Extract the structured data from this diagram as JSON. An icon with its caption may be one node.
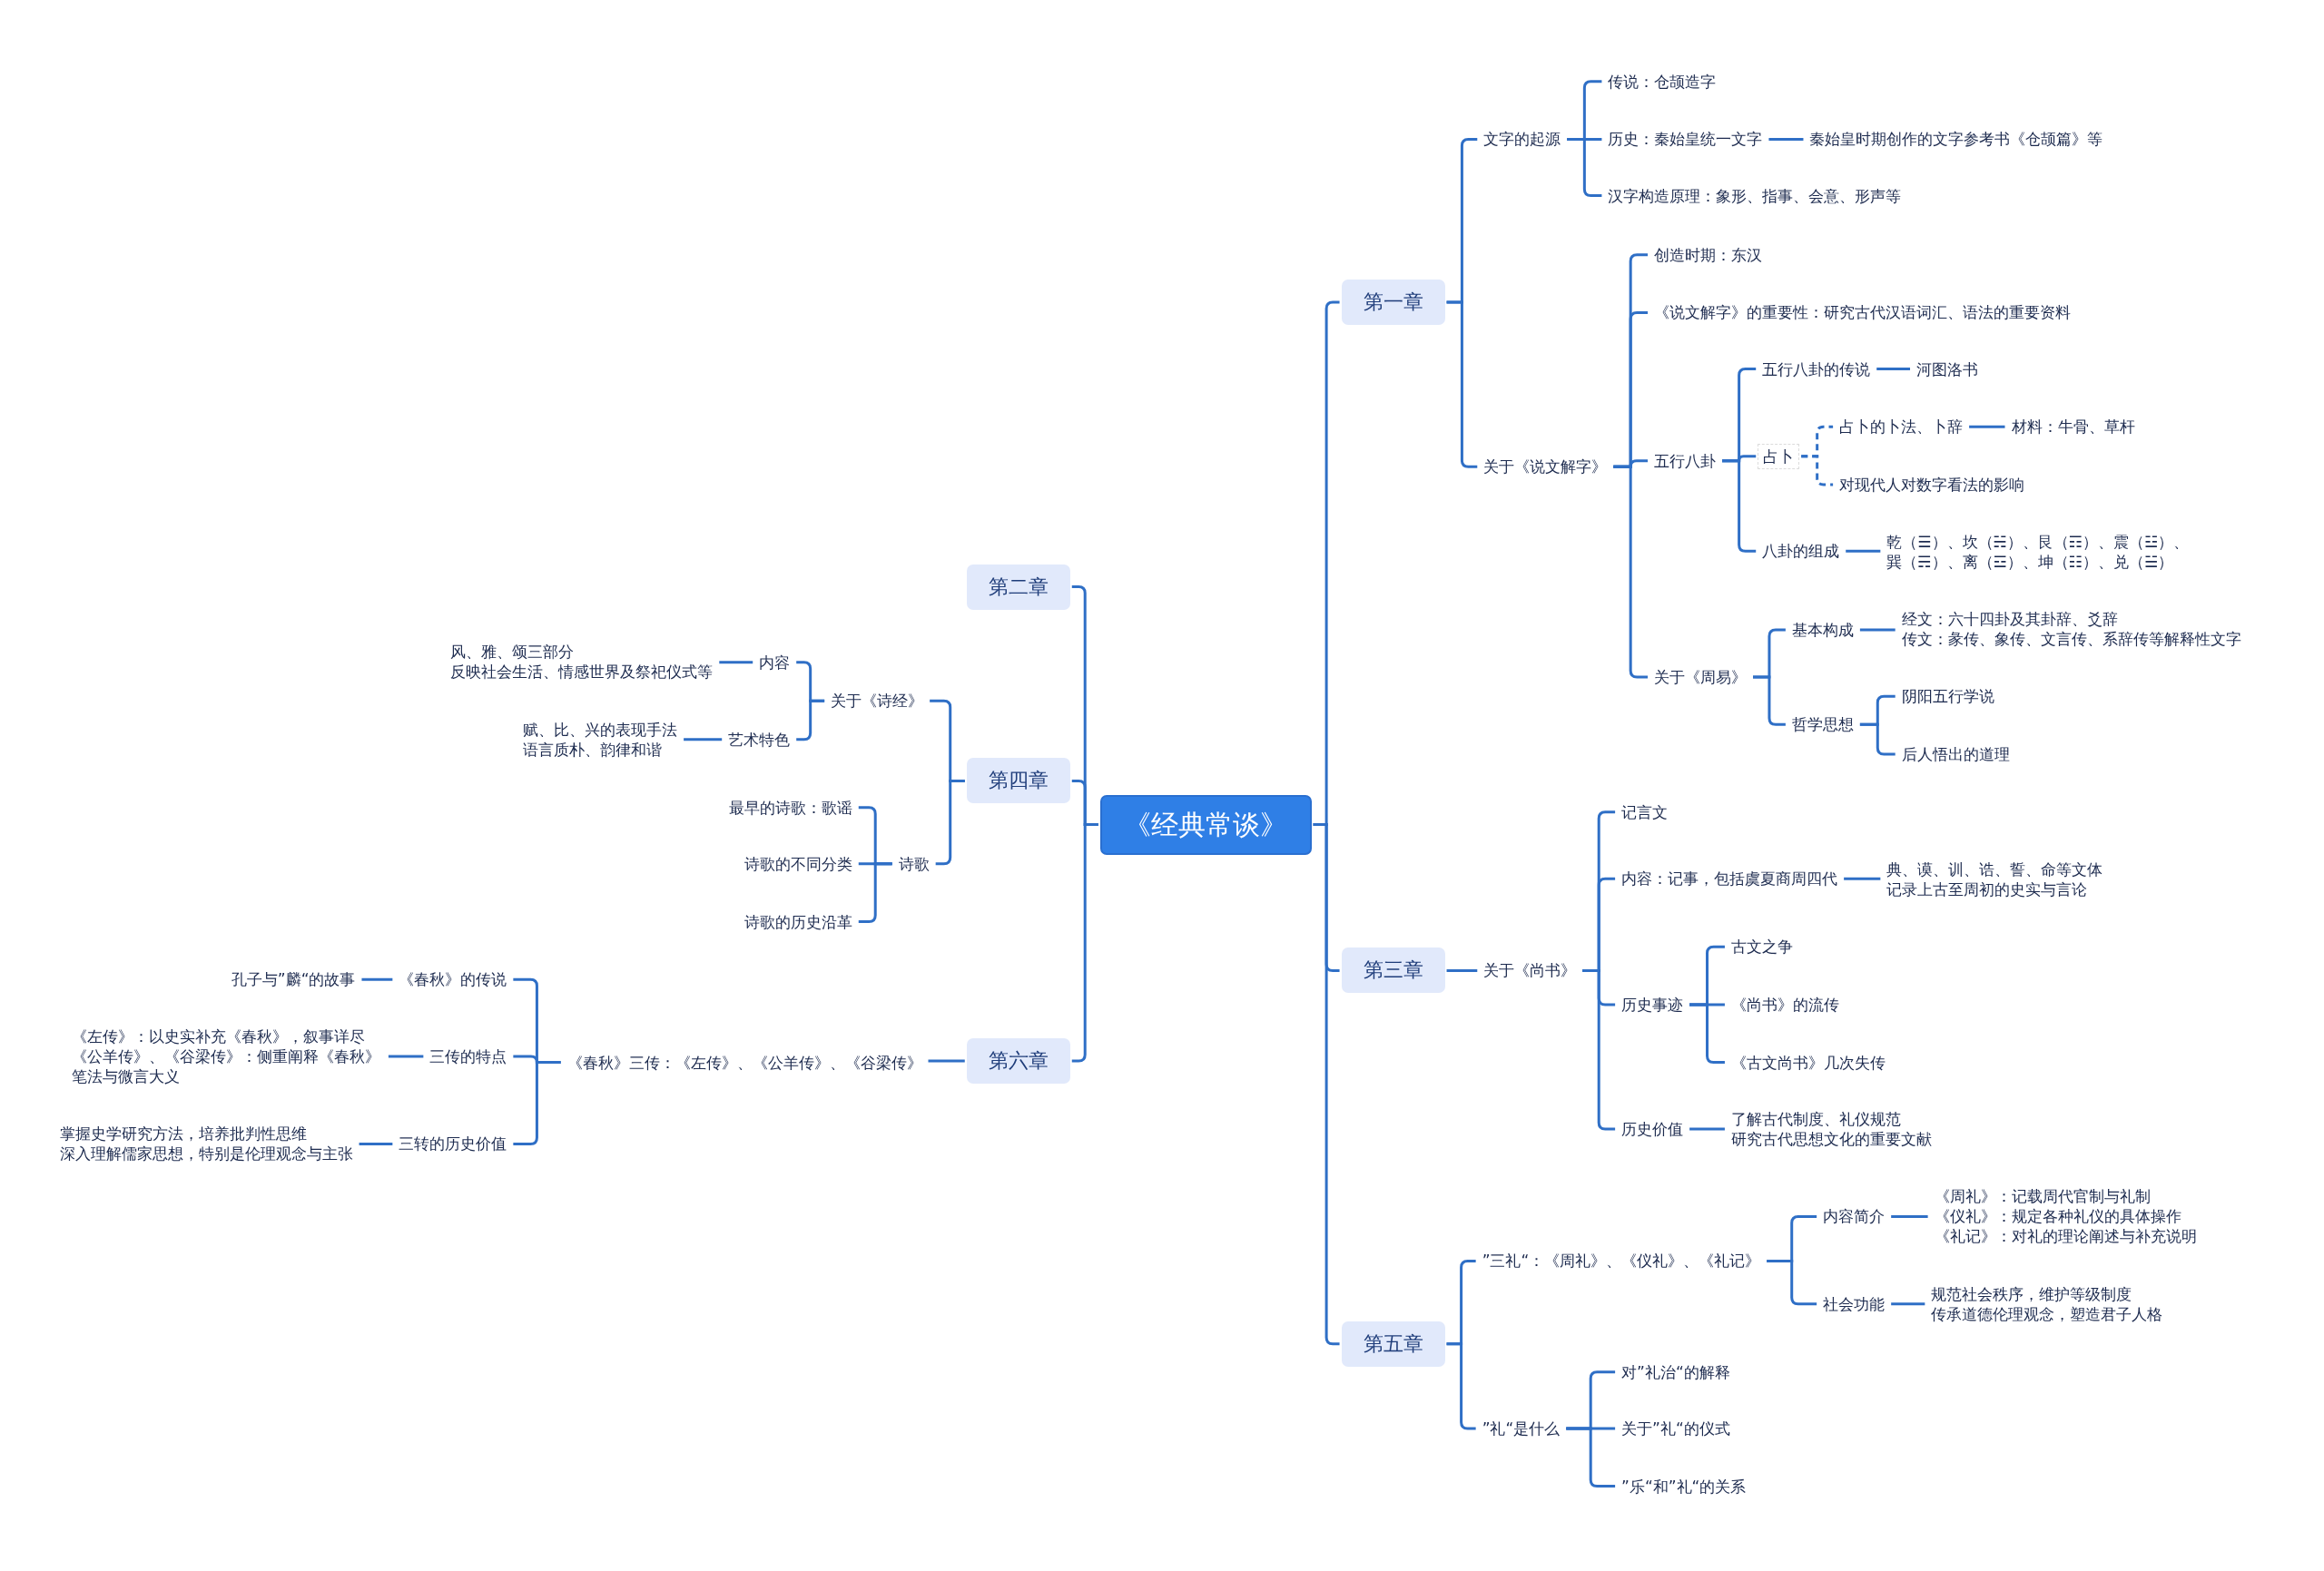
{
  "diagram": {
    "nodes": [
      {
        "text": [
          "《经典常谈》"
        ]
      },
      {
        "text": [
          "第一章"
        ]
      },
      {
        "text": [
          "文字的起源"
        ]
      },
      {
        "text": [
          "传说：仓颉造字"
        ]
      },
      {
        "text": [
          "历史：秦始皇统一文字"
        ]
      },
      {
        "text": [
          "秦始皇时期创作的文字参考书《仓颉篇》等"
        ]
      },
      {
        "text": [
          "汉字构造原理：象形、指事、会意、形声等"
        ]
      },
      {
        "text": [
          "关于《说文解字》"
        ]
      },
      {
        "text": [
          "创造时期：东汉"
        ]
      },
      {
        "text": [
          "《说文解字》的重要性：研究古代汉语词汇、语法的重要资料"
        ]
      },
      {
        "text": [
          "五行八卦"
        ]
      },
      {
        "text": [
          "五行八卦的传说"
        ]
      },
      {
        "text": [
          "河图洛书"
        ]
      },
      {
        "text": [
          "占卜"
        ]
      },
      {
        "text": [
          "占卜的卜法、卜辞"
        ]
      },
      {
        "text": [
          "材料：牛骨、草杆"
        ]
      },
      {
        "text": [
          "对现代人对数字看法的影响"
        ]
      },
      {
        "text": [
          "八卦的组成"
        ]
      },
      {
        "text": [
          "乾（☰）、坎（☵）、艮（☶）、震（☳）、巽（☴）、离（☲）、坤（☷）、兑（☱）"
        ]
      },
      {
        "text": [
          "关于《周易》"
        ]
      },
      {
        "text": [
          "基本构成"
        ]
      },
      {
        "text": [
          "经文：六十四卦及其卦辞、爻辞",
          "传文：彖传、象传、文言传、系辞传等解释性文字"
        ]
      },
      {
        "text": [
          "哲学思想"
        ]
      },
      {
        "text": [
          "阴阳五行学说"
        ]
      },
      {
        "text": [
          "后人悟出的道理"
        ]
      },
      {
        "text": [
          "第三章"
        ]
      },
      {
        "text": [
          "关于《尚书》"
        ]
      },
      {
        "text": [
          "记言文"
        ]
      },
      {
        "text": [
          "内容：记事，包括虞夏商周四代"
        ]
      },
      {
        "text": [
          "典、谟、训、诰、誓、命等文体",
          "记录上古至周初的史实与言论"
        ]
      },
      {
        "text": [
          "历史事迹"
        ]
      },
      {
        "text": [
          "古文之争"
        ]
      },
      {
        "text": [
          "《尚书》的流传"
        ]
      },
      {
        "text": [
          "《古文尚书》几次失传"
        ]
      },
      {
        "text": [
          "历史价值"
        ]
      },
      {
        "text": [
          "了解古代制度、礼仪规范",
          "研究古代思想文化的重要文献"
        ]
      },
      {
        "text": [
          "第五章"
        ]
      },
      {
        "text": [
          "”三礼“：《周礼》、《仪礼》、《礼记》"
        ]
      },
      {
        "text": [
          "内容简介"
        ]
      },
      {
        "text": [
          "《周礼》：记载周代官制与礼制",
          "《仪礼》：规定各种礼仪的具体操作",
          "《礼记》：对礼的理论阐述与补充说明"
        ]
      },
      {
        "text": [
          "社会功能"
        ]
      },
      {
        "text": [
          "规范社会秩序，维护等级制度",
          "传承道德伦理观念，塑造君子人格"
        ]
      },
      {
        "text": [
          "”礼“是什么"
        ]
      },
      {
        "text": [
          "对”礼治“的解释"
        ]
      },
      {
        "text": [
          "关于”礼“的仪式"
        ]
      },
      {
        "text": [
          "”乐“和”礼“的关系"
        ]
      },
      {
        "text": [
          "第二章"
        ]
      },
      {
        "text": [
          "第四章"
        ]
      },
      {
        "text": [
          "关于《诗经》"
        ]
      },
      {
        "text": [
          "内容"
        ]
      },
      {
        "text": [
          "风、雅、颂三部分",
          "反映社会生活、情感世界及祭祀仪式等"
        ]
      },
      {
        "text": [
          "艺术特色"
        ]
      },
      {
        "text": [
          "赋、比、兴的表现手法",
          "语言质朴、韵律和谐"
        ]
      },
      {
        "text": [
          "诗歌"
        ]
      },
      {
        "text": [
          "最早的诗歌：歌谣"
        ]
      },
      {
        "text": [
          "诗歌的不同分类"
        ]
      },
      {
        "text": [
          "诗歌的历史沿革"
        ]
      },
      {
        "text": [
          "第六章"
        ]
      },
      {
        "text": [
          "《春秋》三传：《左传》、《公羊传》、《谷梁传》"
        ]
      },
      {
        "text": [
          "《春秋》的传说"
        ]
      },
      {
        "text": [
          "孔子与”麟“的故事"
        ]
      },
      {
        "text": [
          "三传的特点"
        ]
      },
      {
        "text": [
          "《左传》：以史实补充《春秋》，叙事详尽",
          "《公羊传》、《谷梁传》：侧重阐释《春秋》笔法与微言大义"
        ]
      },
      {
        "text": [
          "三转的历史价值"
        ]
      },
      {
        "text": [
          "掌握史学研究方法，培养批判性思维",
          "深入理解儒家思想，特别是伦理观念与主张"
        ]
      }
    ],
    "edges": [
      {
        "from": 0,
        "to": 1,
        "arrow": "none"
      },
      {
        "from": 0,
        "to": 25,
        "arrow": "none"
      },
      {
        "from": 0,
        "to": 36,
        "arrow": "none"
      },
      {
        "from": 0,
        "to": 46,
        "arrow": "none"
      },
      {
        "from": 0,
        "to": 47,
        "arrow": "none"
      },
      {
        "from": 0,
        "to": 57,
        "arrow": "none"
      },
      {
        "from": 1,
        "to": 2,
        "arrow": "none"
      },
      {
        "from": 1,
        "to": 7,
        "arrow": "none"
      },
      {
        "from": 2,
        "to": 3,
        "arrow": "none"
      },
      {
        "from": 2,
        "to": 4,
        "arrow": "none"
      },
      {
        "from": 2,
        "to": 6,
        "arrow": "none"
      },
      {
        "from": 4,
        "to": 5,
        "arrow": "none"
      },
      {
        "from": 7,
        "to": 8,
        "arrow": "none"
      },
      {
        "from": 7,
        "to": 9,
        "arrow": "none"
      },
      {
        "from": 7,
        "to": 10,
        "arrow": "none"
      },
      {
        "from": 7,
        "to": 19,
        "arrow": "none"
      },
      {
        "from": 10,
        "to": 11,
        "arrow": "none"
      },
      {
        "from": 10,
        "to": 13,
        "arrow": "none"
      },
      {
        "from": 10,
        "to": 17,
        "arrow": "none"
      },
      {
        "from": 11,
        "to": 12,
        "arrow": "none"
      },
      {
        "from": 13,
        "to": 14,
        "arrow": "none",
        "style": "dashed"
      },
      {
        "from": 13,
        "to": 16,
        "arrow": "none",
        "style": "dashed"
      },
      {
        "from": 14,
        "to": 15,
        "arrow": "none"
      },
      {
        "from": 17,
        "to": 18,
        "arrow": "none"
      },
      {
        "from": 19,
        "to": 20,
        "arrow": "none"
      },
      {
        "from": 19,
        "to": 22,
        "arrow": "none"
      },
      {
        "from": 20,
        "to": 21,
        "arrow": "none"
      },
      {
        "from": 22,
        "to": 23,
        "arrow": "none"
      },
      {
        "from": 22,
        "to": 24,
        "arrow": "none"
      },
      {
        "from": 25,
        "to": 26,
        "arrow": "none"
      },
      {
        "from": 26,
        "to": 27,
        "arrow": "none"
      },
      {
        "from": 26,
        "to": 28,
        "arrow": "none"
      },
      {
        "from": 26,
        "to": 30,
        "arrow": "none"
      },
      {
        "from": 26,
        "to": 34,
        "arrow": "none"
      },
      {
        "from": 28,
        "to": 29,
        "arrow": "none"
      },
      {
        "from": 30,
        "to": 31,
        "arrow": "none"
      },
      {
        "from": 30,
        "to": 32,
        "arrow": "none"
      },
      {
        "from": 30,
        "to": 33,
        "arrow": "none"
      },
      {
        "from": 34,
        "to": 35,
        "arrow": "none"
      },
      {
        "from": 36,
        "to": 37,
        "arrow": "none"
      },
      {
        "from": 36,
        "to": 42,
        "arrow": "none"
      },
      {
        "from": 37,
        "to": 38,
        "arrow": "none"
      },
      {
        "from": 37,
        "to": 40,
        "arrow": "none"
      },
      {
        "from": 38,
        "to": 39,
        "arrow": "none"
      },
      {
        "from": 40,
        "to": 41,
        "arrow": "none"
      },
      {
        "from": 42,
        "to": 43,
        "arrow": "none"
      },
      {
        "from": 42,
        "to": 44,
        "arrow": "none"
      },
      {
        "from": 42,
        "to": 45,
        "arrow": "none"
      },
      {
        "from": 47,
        "to": 48,
        "arrow": "none"
      },
      {
        "from": 47,
        "to": 53,
        "arrow": "none"
      },
      {
        "from": 48,
        "to": 49,
        "arrow": "none"
      },
      {
        "from": 48,
        "to": 51,
        "arrow": "none"
      },
      {
        "from": 49,
        "to": 50,
        "arrow": "none"
      },
      {
        "from": 51,
        "to": 52,
        "arrow": "none"
      },
      {
        "from": 53,
        "to": 54,
        "arrow": "none"
      },
      {
        "from": 53,
        "to": 55,
        "arrow": "none"
      },
      {
        "from": 53,
        "to": 56,
        "arrow": "none"
      },
      {
        "from": 57,
        "to": 58,
        "arrow": "none"
      },
      {
        "from": 58,
        "to": 59,
        "arrow": "none"
      },
      {
        "from": 58,
        "to": 61,
        "arrow": "none"
      },
      {
        "from": 58,
        "to": 63,
        "arrow": "none"
      },
      {
        "from": 59,
        "to": 60,
        "arrow": "none"
      },
      {
        "from": 61,
        "to": 62,
        "arrow": "none"
      },
      {
        "from": 63,
        "to": 64,
        "arrow": "none"
      }
    ]
  }
}
